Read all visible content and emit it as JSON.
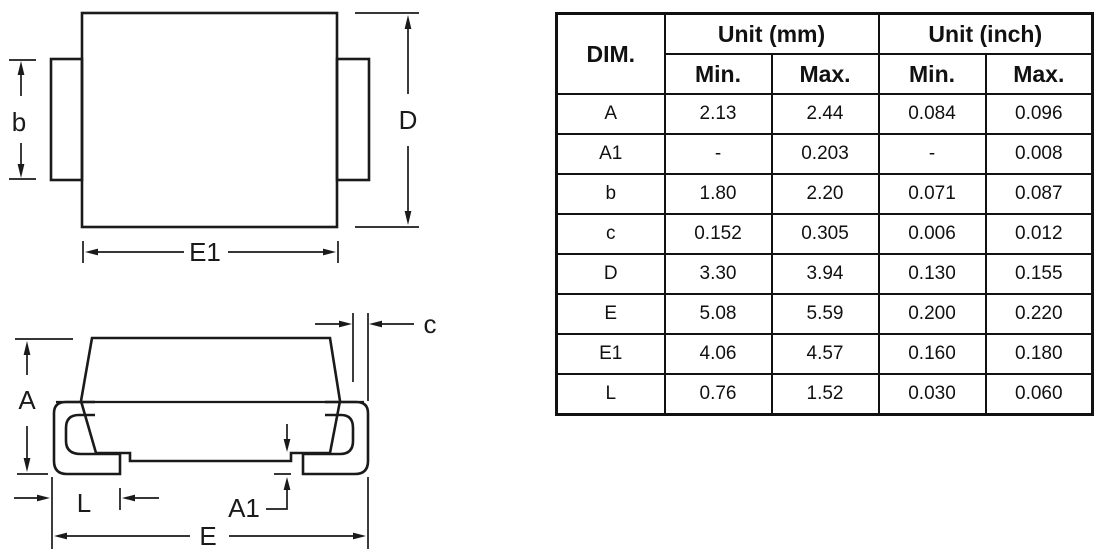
{
  "drawing": {
    "top_view": {
      "labels": {
        "b": "b",
        "D": "D",
        "E1": "E1"
      }
    },
    "side_view": {
      "labels": {
        "A": "A",
        "c": "c",
        "L": "L",
        "A1": "A1",
        "E": "E"
      }
    }
  },
  "table": {
    "dim_header": "DIM.",
    "group_headers": {
      "mm": "Unit (mm)",
      "inch": "Unit (inch)"
    },
    "sub_headers": {
      "mm_min": "Min.",
      "mm_max": "Max.",
      "inch_min": "Min.",
      "inch_max": "Max."
    },
    "rows": [
      {
        "dim": "A",
        "values": [
          "2.13",
          "2.44",
          "0.084",
          "0.096"
        ]
      },
      {
        "dim": "A1",
        "values": [
          "-",
          "0.203",
          "-",
          "0.008"
        ]
      },
      {
        "dim": "b",
        "values": [
          "1.80",
          "2.20",
          "0.071",
          "0.087"
        ]
      },
      {
        "dim": "c",
        "values": [
          "0.152",
          "0.305",
          "0.006",
          "0.012"
        ]
      },
      {
        "dim": "D",
        "values": [
          "3.30",
          "3.94",
          "0.130",
          "0.155"
        ]
      },
      {
        "dim": "E",
        "values": [
          "5.08",
          "5.59",
          "0.200",
          "0.220"
        ]
      },
      {
        "dim": "E1",
        "values": [
          "4.06",
          "4.57",
          "0.160",
          "0.180"
        ]
      },
      {
        "dim": "L",
        "values": [
          "0.76",
          "1.52",
          "0.030",
          "0.060"
        ]
      }
    ]
  },
  "colors": {
    "line": "#1a1a1a",
    "background": "#ffffff"
  }
}
